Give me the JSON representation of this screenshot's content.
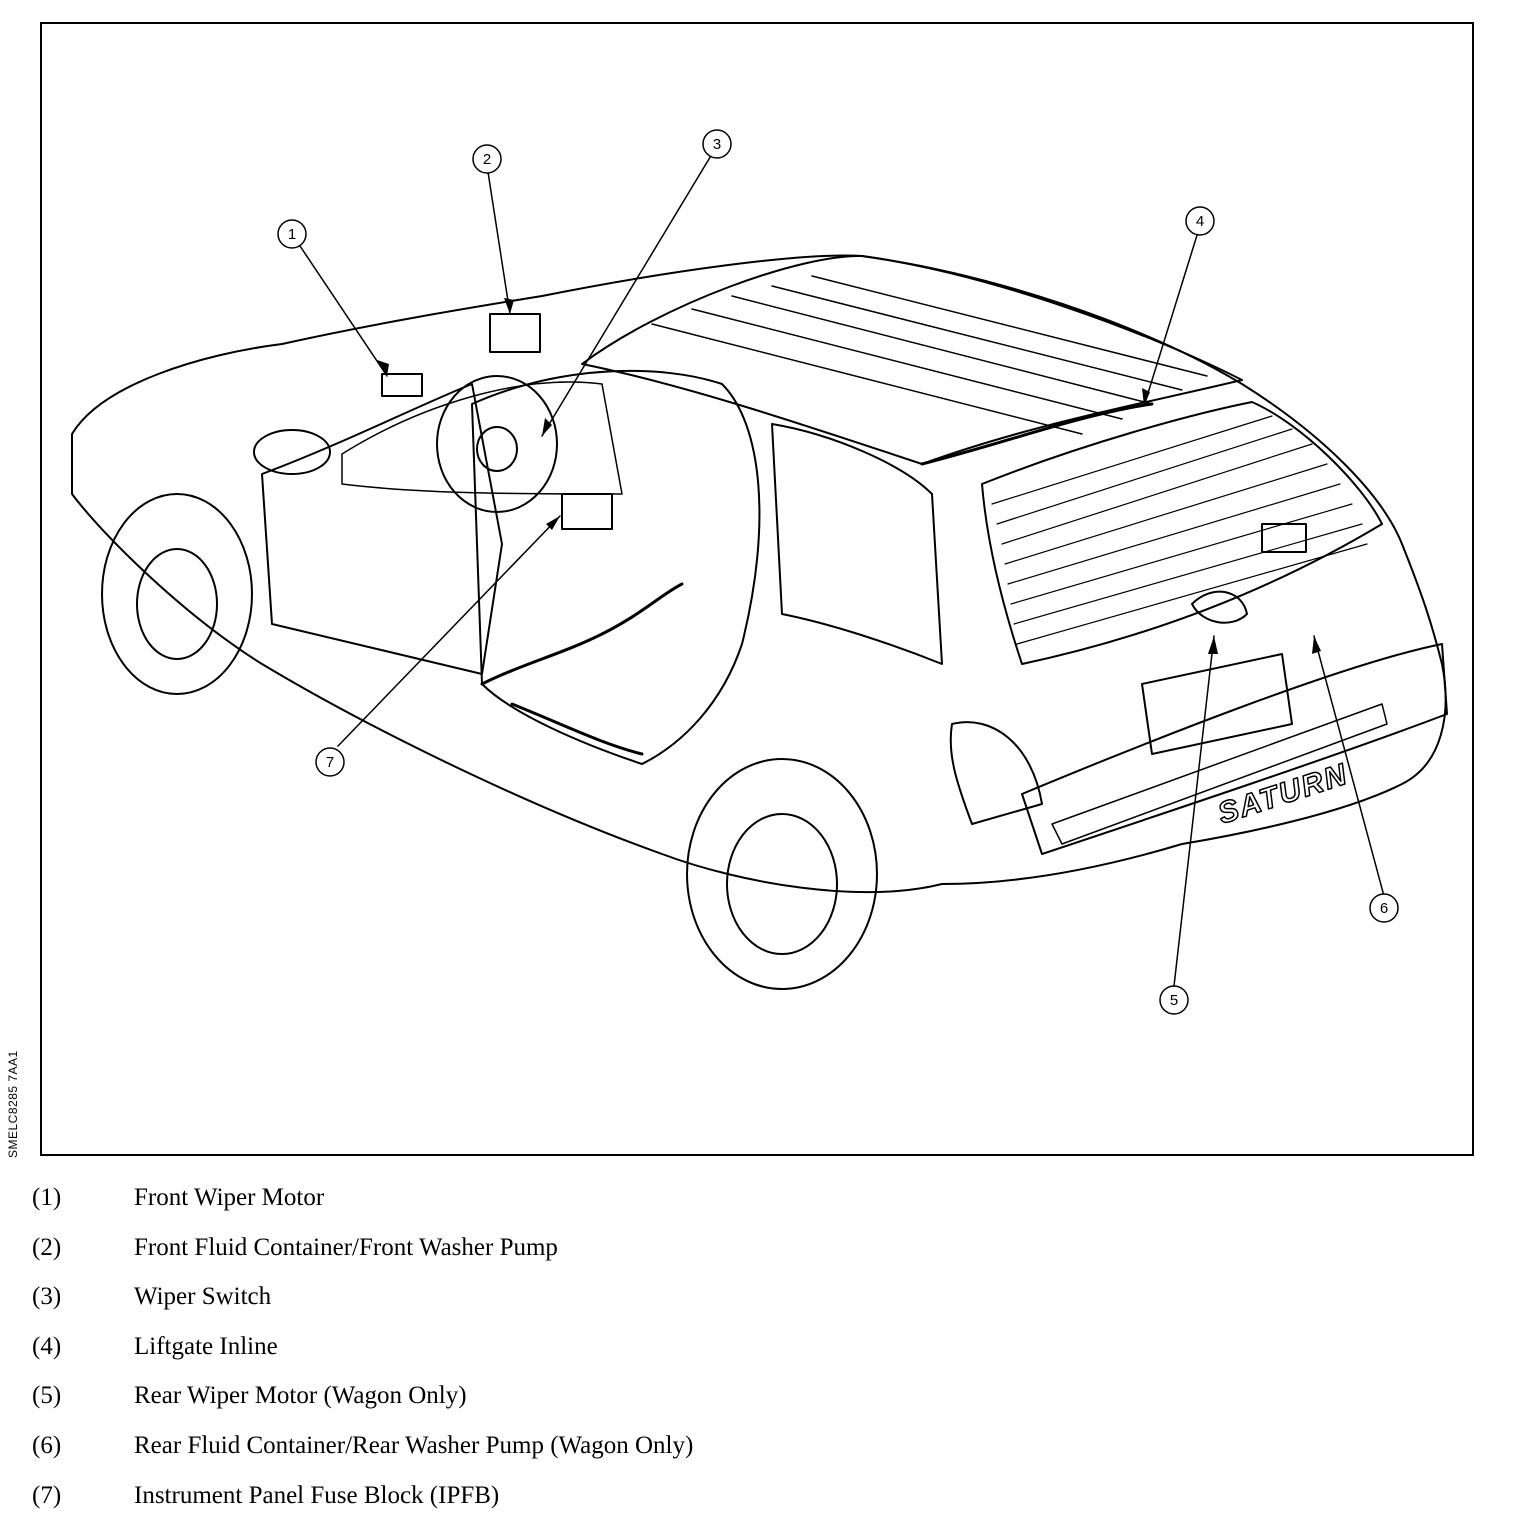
{
  "diagram": {
    "figure_code": "SMELC8285 7AA1",
    "brand_badge": "SATURN",
    "callouts": [
      "1",
      "2",
      "3",
      "4",
      "5",
      "6",
      "7"
    ]
  },
  "legend": [
    {
      "num": "(1)",
      "text": "Front Wiper Motor"
    },
    {
      "num": "(2)",
      "text": "Front Fluid Container/Front Washer Pump"
    },
    {
      "num": "(3)",
      "text": "Wiper Switch"
    },
    {
      "num": "(4)",
      "text": "Liftgate Inline"
    },
    {
      "num": "(5)",
      "text": "Rear Wiper Motor (Wagon Only)"
    },
    {
      "num": "(6)",
      "text": "Rear Fluid Container/Rear Washer Pump (Wagon Only)"
    },
    {
      "num": "(7)",
      "text": "Instrument Panel Fuse Block (IPFB)"
    }
  ]
}
